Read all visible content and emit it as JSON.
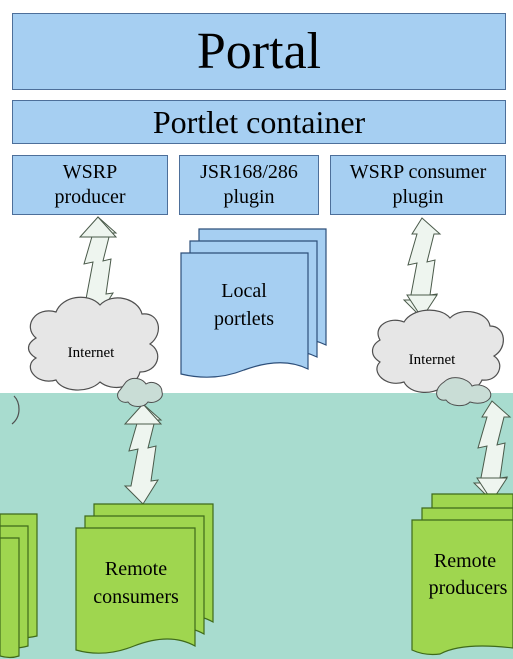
{
  "portal": {
    "title": "Portal"
  },
  "container": {
    "title": "Portlet container"
  },
  "plugins": {
    "wsrp_producer": {
      "line1": "WSRP",
      "line2": "producer"
    },
    "jsr": {
      "line1": "JSR168/286",
      "line2": "plugin"
    },
    "wsrp_consumer": {
      "line1": "WSRP consumer",
      "line2": "plugin"
    }
  },
  "local_portlets": {
    "line1": "Local",
    "line2": "portlets"
  },
  "clouds": {
    "left": "Internet",
    "right": "Internet"
  },
  "remote_consumers": {
    "line1": "Remote",
    "line2": "consumers"
  },
  "remote_producers": {
    "line1": "Remote",
    "line2": "producers"
  },
  "colors": {
    "box_blue": "#a6cff2",
    "bottom_band": "#a8dccf",
    "doc_green": "#9fd64f",
    "arrow_fill": "#eef5ef"
  }
}
